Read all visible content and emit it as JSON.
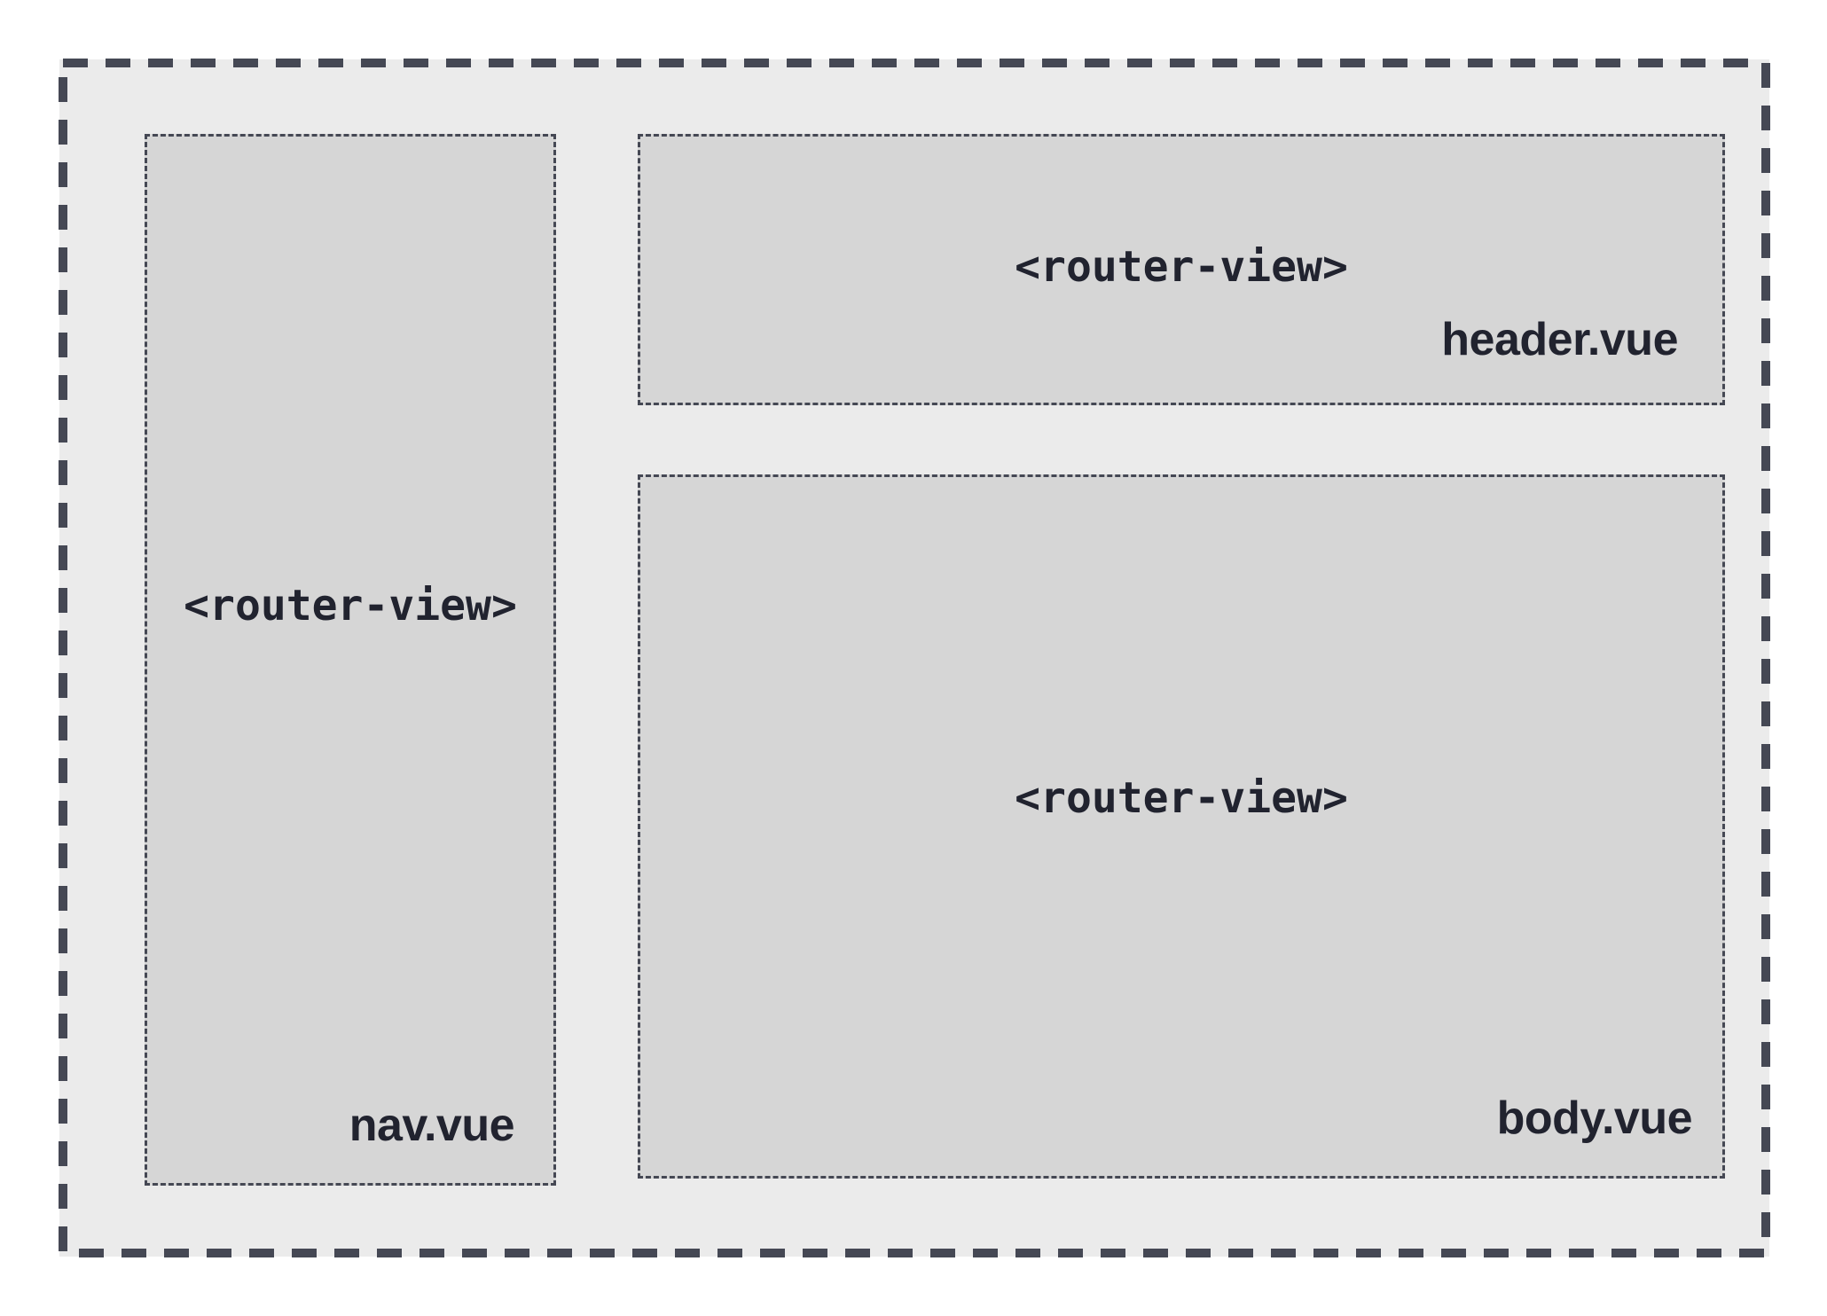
{
  "diagram": {
    "colors": {
      "outer_background": "#ebebeb",
      "outer_border": "#454854",
      "region_background": "#d6d6d6",
      "region_border": "#454854",
      "text": "#21232f"
    },
    "regions": {
      "nav": {
        "placeholder": "<router-view>",
        "file": "nav.vue"
      },
      "header": {
        "placeholder": "<router-view>",
        "file": "header.vue"
      },
      "body": {
        "placeholder": "<router-view>",
        "file": "body.vue"
      }
    }
  }
}
